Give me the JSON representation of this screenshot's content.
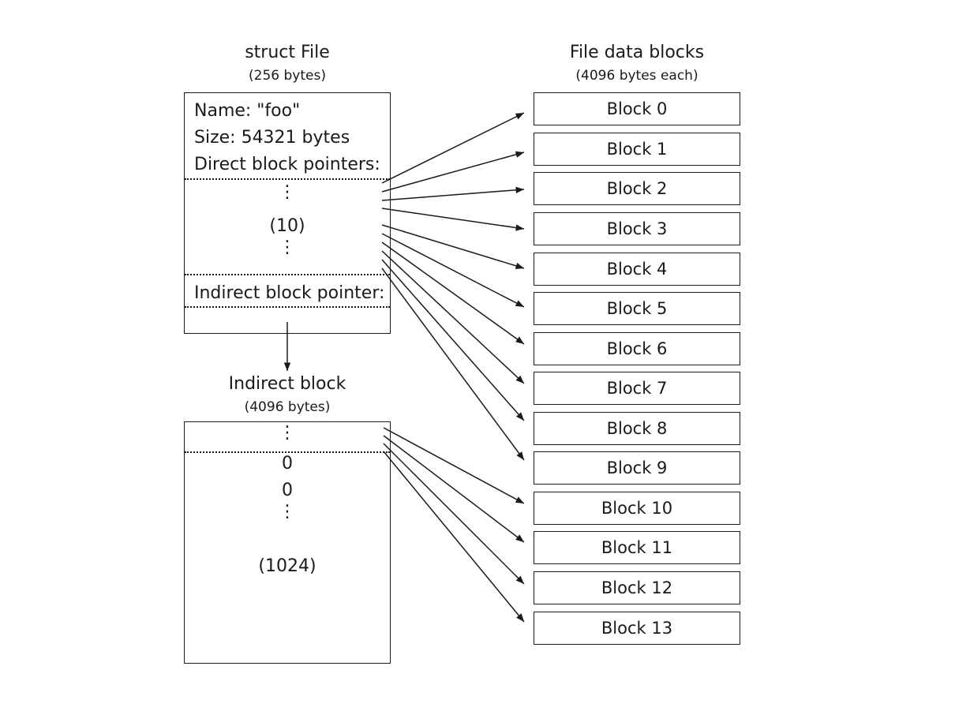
{
  "file_struct": {
    "title": "struct File",
    "size_label": "(256 bytes)",
    "name_line": "Name: \"foo\"",
    "size_line": "Size: 54321 bytes",
    "direct_label": "Direct block pointers:",
    "direct_count": "(10)",
    "indirect_label": "Indirect block pointer:"
  },
  "indirect_block": {
    "title": "Indirect block",
    "size_label": "(4096 bytes)",
    "zero_1": "0",
    "zero_2": "0",
    "count": "(1024)"
  },
  "data_blocks": {
    "title": "File data blocks",
    "size_label": "(4096 bytes each)",
    "blocks": [
      "Block 0",
      "Block 1",
      "Block 2",
      "Block 3",
      "Block 4",
      "Block 5",
      "Block 6",
      "Block 7",
      "Block 8",
      "Block 9",
      "Block 10",
      "Block 11",
      "Block 12",
      "Block 13"
    ]
  }
}
